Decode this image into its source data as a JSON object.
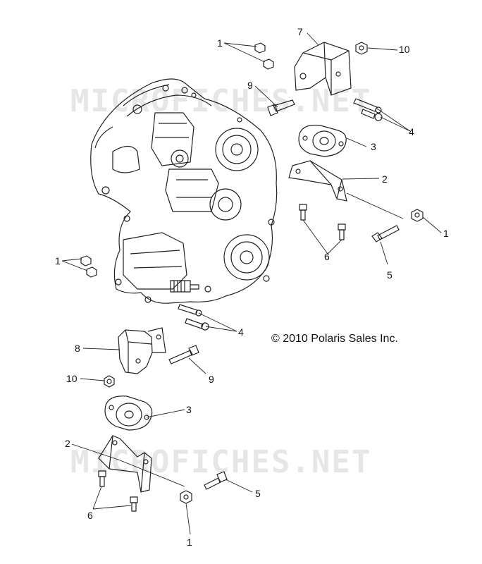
{
  "watermark": "MICROFICHES.NET",
  "copyright": "© 2010 Polaris Sales Inc.",
  "callouts": {
    "c1a": "1",
    "c1b": "1",
    "c1c": "1",
    "c1d": "1",
    "c2a": "2",
    "c2b": "2",
    "c3a": "3",
    "c3b": "3",
    "c4a": "4",
    "c4b": "4",
    "c5a": "5",
    "c5b": "5",
    "c6a": "6",
    "c6b": "6",
    "c7": "7",
    "c8": "8",
    "c9a": "9",
    "c9b": "9",
    "c10a": "10",
    "c10b": "10"
  }
}
